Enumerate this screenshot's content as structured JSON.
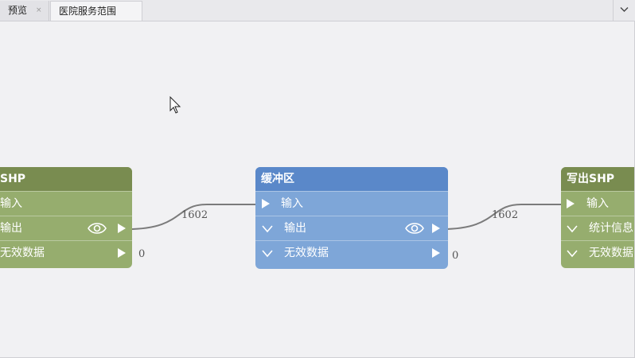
{
  "tabs": [
    {
      "label": "预览",
      "close": "×"
    },
    {
      "label": "医院服务范围"
    }
  ],
  "nodes": {
    "left": {
      "title": "SHP",
      "input_label": "输入",
      "output_label": "输出",
      "invalid_label": "无效数据",
      "color": "#96ad6e"
    },
    "buffer": {
      "title": "缓冲区",
      "input_label": "输入",
      "output_label": "输出",
      "invalid_label": "无效数据",
      "color": "#7ea6d8"
    },
    "writer": {
      "title": "写出SHP",
      "input_label": "输入",
      "stats_label": "统计信息",
      "invalid_label": "无效数据",
      "color": "#96ad6e"
    }
  },
  "connections": {
    "left_to_buffer": "1602",
    "buffer_to_writer": "1602",
    "left_invalid": "0",
    "buffer_invalid": "0"
  }
}
